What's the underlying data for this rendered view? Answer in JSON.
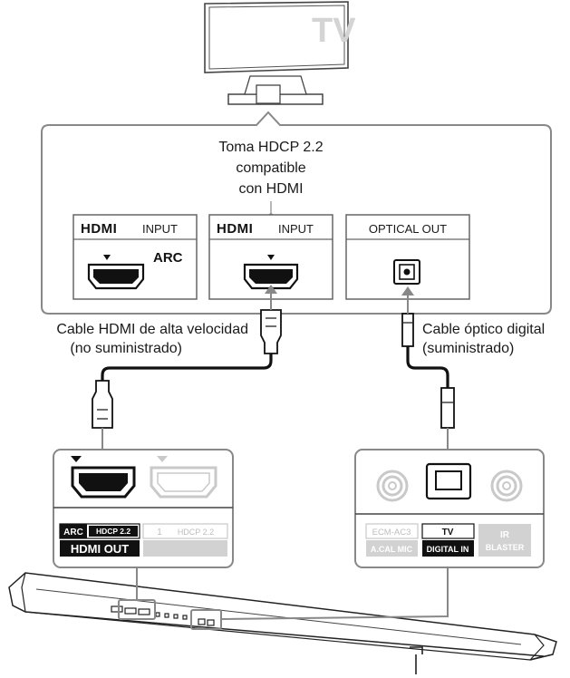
{
  "tv": {
    "label": "TV"
  },
  "tv_panel": {
    "hdcp_note": [
      "Toma HDCP 2.2",
      "compatible",
      "con HDMI"
    ],
    "port_arc": {
      "brand": "HDMI",
      "label": "INPUT",
      "sub": "ARC"
    },
    "port_hdcp": {
      "brand": "HDMI",
      "label": "INPUT"
    },
    "port_optical": {
      "label": "OPTICAL OUT"
    }
  },
  "cables": {
    "hdmi": [
      "Cable HDMI de alta velocidad",
      "(no suministrado)"
    ],
    "optical": [
      "Cable óptico digital",
      "(suministrado)"
    ]
  },
  "soundbar_left": {
    "arc_tag": "ARC",
    "hdcp_tag": "HDCP 2.2",
    "out_label": "HDMI OUT",
    "second_num": "1",
    "second_hdcp": "HDCP 2.2"
  },
  "soundbar_right": {
    "mic_top": "ECM-AC3",
    "mic_bottom": "A.CAL MIC",
    "tv_top": "TV",
    "tv_bottom": "DIGITAL IN",
    "ir_top": "IR",
    "ir_bottom": "BLASTER"
  },
  "colors": {
    "line": "#111111",
    "frame": "#777777",
    "grey": "#c9c9c9",
    "dark": "#1a1a1a"
  }
}
